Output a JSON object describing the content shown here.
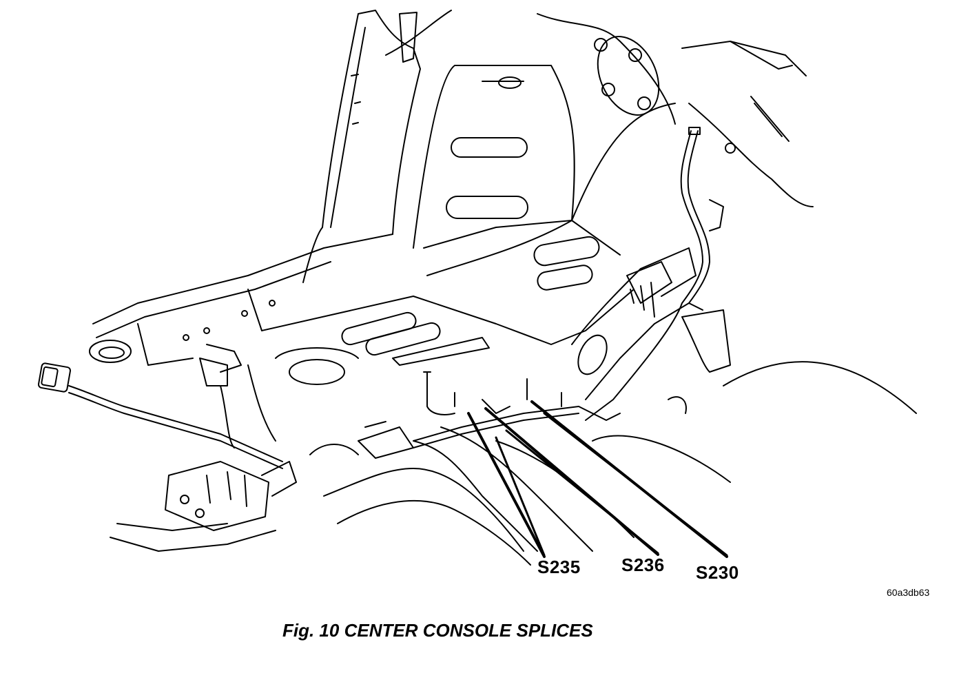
{
  "figure": {
    "caption": "Fig. 10 CENTER CONSOLE SPLICES",
    "image_code": "60a3db63"
  },
  "callouts": [
    {
      "id": "s235",
      "label": "S235"
    },
    {
      "id": "s236",
      "label": "S236"
    },
    {
      "id": "s230",
      "label": "S230"
    }
  ],
  "colors": {
    "line": "#000000",
    "background": "#ffffff"
  }
}
